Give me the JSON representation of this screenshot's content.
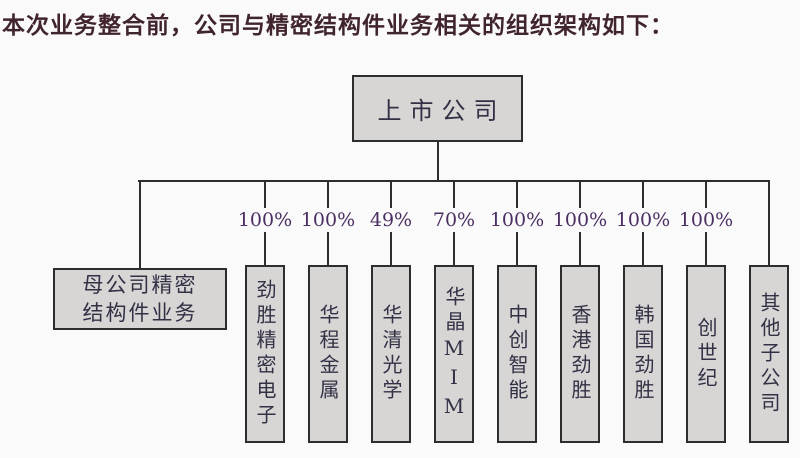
{
  "title": "本次业务整合前，公司与精密结构件业务相关的组织架构如下：",
  "root": {
    "label": "上市公司"
  },
  "parent_business": {
    "label": "母公司精密\n结构件业务"
  },
  "subsidiaries": [
    {
      "name": "劲胜精密电子",
      "ownership": "100%"
    },
    {
      "name": "华程金属",
      "ownership": "100%"
    },
    {
      "name": "华清光学",
      "ownership": "49%"
    },
    {
      "name": "华晶MIM",
      "ownership": "70%"
    },
    {
      "name": "中创智能",
      "ownership": "100%"
    },
    {
      "name": "香港劲胜",
      "ownership": "100%"
    },
    {
      "name": "韩国劲胜",
      "ownership": "100%"
    },
    {
      "name": "创世纪",
      "ownership": "100%"
    },
    {
      "name": "其他子公司",
      "ownership": null
    }
  ],
  "colors": {
    "bg": "#fbfafa",
    "line": "#2d2d2d",
    "boxbg": "#d7d6d4",
    "title": "#40242e",
    "pct": "#4b2f63",
    "boxtext": "#343046"
  }
}
